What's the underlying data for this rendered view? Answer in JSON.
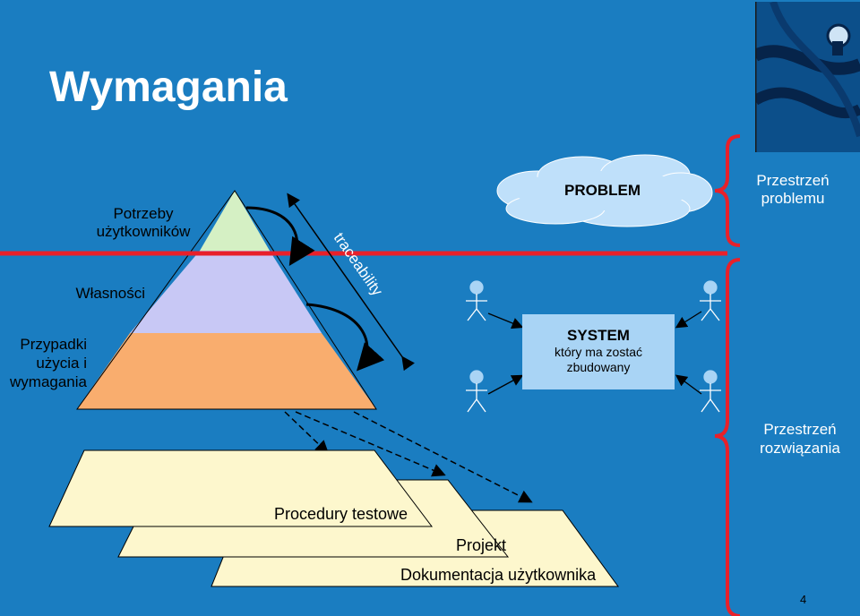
{
  "slide": {
    "title": "Wymagania",
    "page_number": "4"
  },
  "pyramid": {
    "top_label": "Potrzeby użytkowników",
    "middle_label": "Własności",
    "bottom_label": "Przypadki użycia i wymagania",
    "traceability": "traceability",
    "colors": {
      "top": "#d5f0c4",
      "middle": "#c8c8f5",
      "bottom": "#f9ad6e"
    }
  },
  "cloud": {
    "label": "PROBLEM",
    "color": "#bfe0fa"
  },
  "system": {
    "title": "SYSTEM",
    "subtitle_line1": "który ma zostać",
    "subtitle_line2": "zbudowany"
  },
  "spaces": {
    "problem_line1": "Przestrzeń",
    "problem_line2": "problemu",
    "solution_line1": "Przestrzeń",
    "solution_line2": "rozwiązania"
  },
  "documents": [
    "Procedury testowe",
    "Projekt",
    "Dokumentacja użytkownika"
  ],
  "colors": {
    "background": "#1a7dc1",
    "divider": "#e8202a",
    "brace": "#e8202a",
    "documents": "#fdf7cd"
  }
}
